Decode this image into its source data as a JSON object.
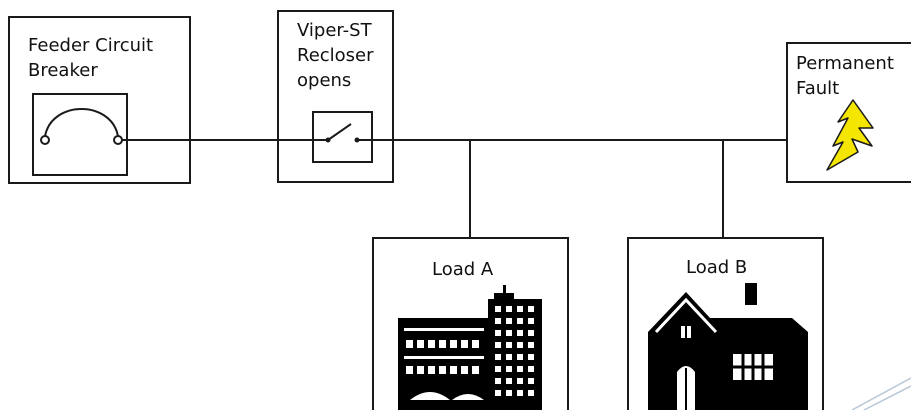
{
  "feeder_breaker": {
    "line1": "Feeder Circuit",
    "line2": "Breaker"
  },
  "recloser": {
    "line1": "Viper-ST",
    "line2": "Recloser",
    "line3": "opens"
  },
  "fault": {
    "line1": "Permanent",
    "line2": "Fault",
    "icon": "lightning-bolt-icon",
    "icon_color": "#f4e600"
  },
  "load_a": {
    "label": "Load A",
    "icon": "industrial-building-icon"
  },
  "load_b": {
    "label": "Load B",
    "icon": "house-icon"
  },
  "colors": {
    "line": "#1a1a1a",
    "accent_line": "#b9c7d6"
  }
}
